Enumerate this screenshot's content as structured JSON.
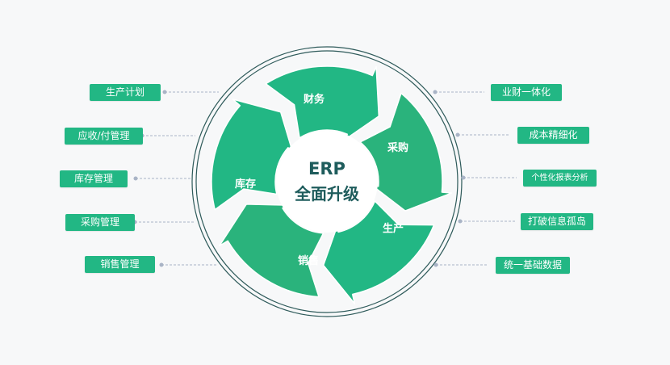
{
  "center": {
    "line1": "ERP",
    "line2": "全面升级"
  },
  "segments": [
    {
      "label": "财务"
    },
    {
      "label": "采购"
    },
    {
      "label": "生产"
    },
    {
      "label": "销售"
    },
    {
      "label": "库存"
    }
  ],
  "left_tags": [
    {
      "label": "生产计划"
    },
    {
      "label": "应收/付管理"
    },
    {
      "label": "库存管理"
    },
    {
      "label": "采购管理"
    },
    {
      "label": "销售管理"
    }
  ],
  "right_tags": [
    {
      "label": "业财一体化"
    },
    {
      "label": "成本精细化"
    },
    {
      "label": "个性化报表分析"
    },
    {
      "label": "打破信息孤岛"
    },
    {
      "label": "统一基础数据"
    }
  ],
  "colors": {
    "segment_fill": "#22b784",
    "segment_fill_alt": "#2ab37c",
    "ring_stroke": "#2e5a5a",
    "connector": "#a9b4c6",
    "center_text": "#1e5c5c"
  }
}
